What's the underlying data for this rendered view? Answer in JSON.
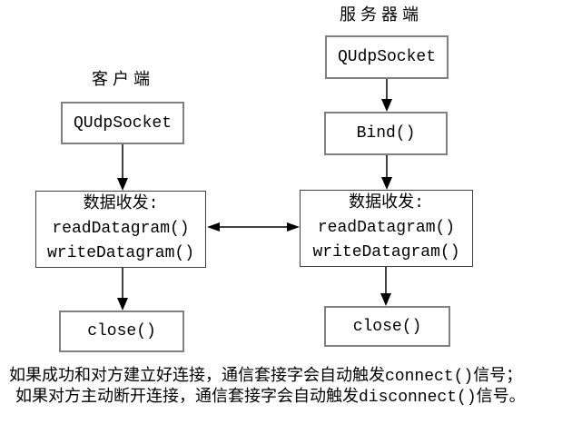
{
  "diagram": {
    "client": {
      "header": "客户端",
      "socket_label": "QUdpSocket",
      "data_title": "数据收发:",
      "data_line1": "readDatagram()",
      "data_line2": "writeDatagram()",
      "close_label": "close()"
    },
    "server": {
      "header": "服务器端",
      "socket_label": "QUdpSocket",
      "bind_label": "Bind()",
      "data_title": "数据收发:",
      "data_line1": "readDatagram()",
      "data_line2": "writeDatagram()",
      "close_label": "close()"
    },
    "note_line1": "如果成功和对方建立好连接，通信套接字会自动触发connect()信号；",
    "note_line2": "如果对方主动断开连接，通信套接字会自动触发disconnect()信号。",
    "colors": {
      "background": "#ffffff",
      "box_border_small": "#808080",
      "box_border_large": "#404040",
      "arrow": "#000000",
      "text": "#000000"
    }
  }
}
